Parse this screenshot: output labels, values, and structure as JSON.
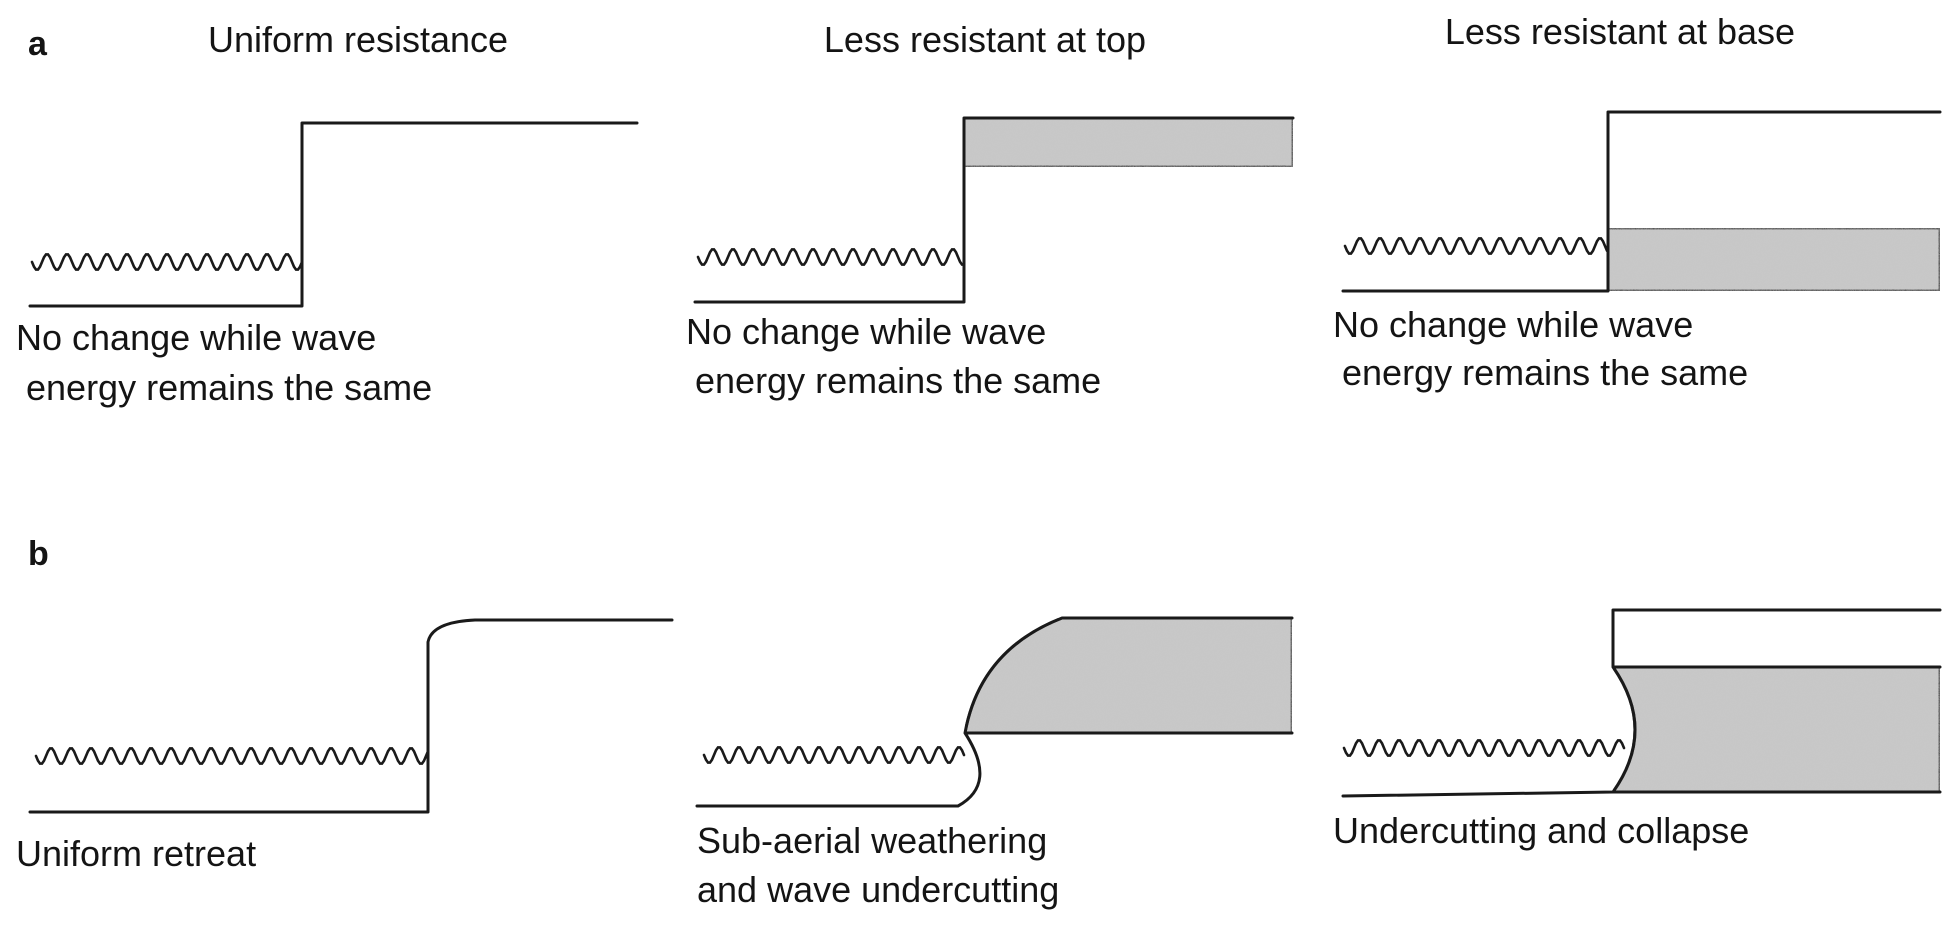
{
  "rows": {
    "a": {
      "label": "a"
    },
    "b": {
      "label": "b"
    }
  },
  "columns": {
    "uniform": {
      "title": "Uniform resistance"
    },
    "top": {
      "title": "Less resistant at top"
    },
    "base": {
      "title": "Less resistant at base"
    }
  },
  "panels": {
    "a_uniform": {
      "caption": [
        "No change while wave",
        "energy remains the same"
      ]
    },
    "a_top": {
      "caption": [
        "No change while wave",
        "energy remains the same"
      ]
    },
    "a_base": {
      "caption": [
        "No change while wave",
        "energy remains the same"
      ]
    },
    "b_uniform": {
      "caption": [
        "Uniform retreat"
      ]
    },
    "b_top": {
      "caption": [
        "Sub-aerial weathering",
        "and wave undercutting"
      ]
    },
    "b_base": {
      "caption": [
        "Undercutting and collapse"
      ]
    }
  },
  "colors": {
    "line": "#1a1a1a",
    "less_resistant_fill": "#c9c9c9"
  }
}
